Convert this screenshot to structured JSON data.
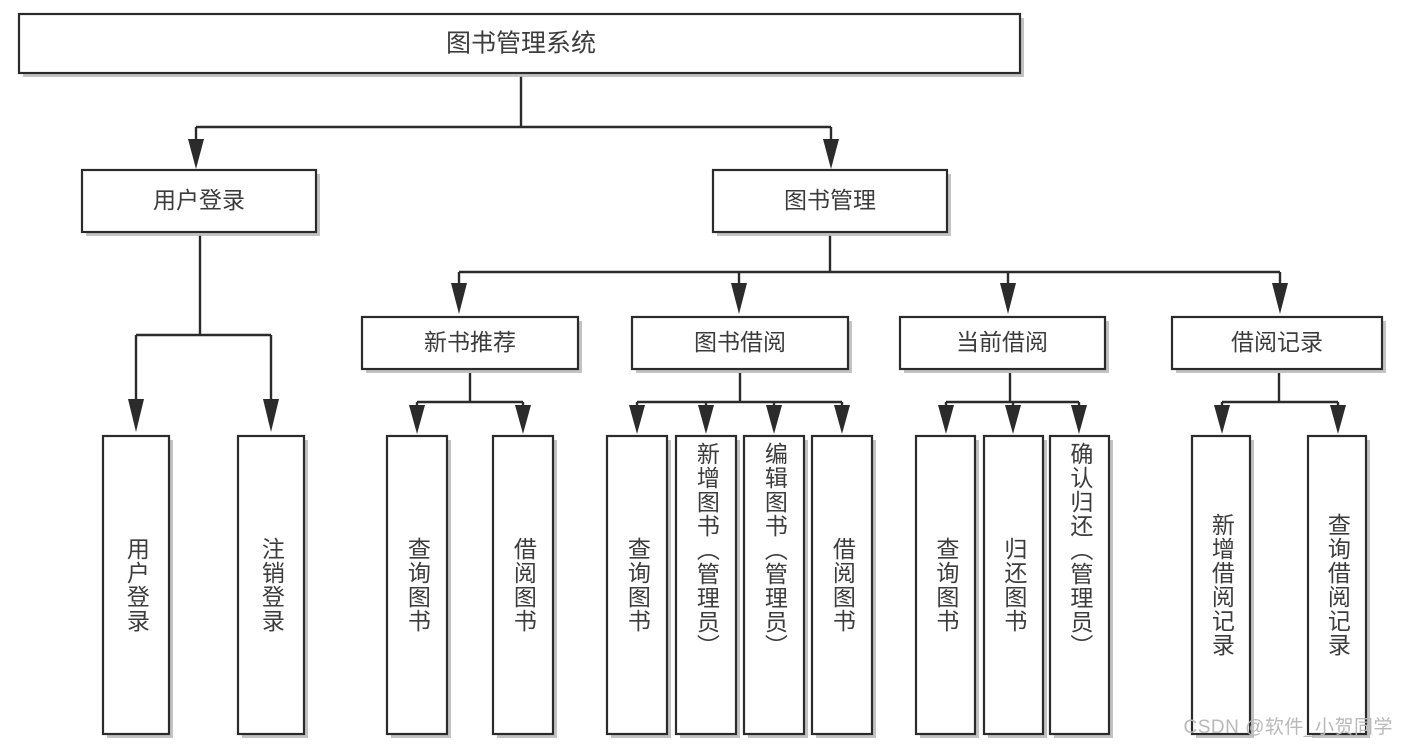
{
  "diagram": {
    "type": "tree",
    "title": "图书管理系统",
    "watermark": "CSDN @软件_小贺同学",
    "root": {
      "id": "root",
      "label": "图书管理系统",
      "orientation": "horizontal"
    },
    "level1": [
      {
        "id": "user-login",
        "label": "用户登录",
        "orientation": "horizontal"
      },
      {
        "id": "book-manage",
        "label": "图书管理",
        "orientation": "horizontal"
      }
    ],
    "level2": [
      {
        "id": "new-book-recommend",
        "label": "新书推荐",
        "parent": "book-manage",
        "orientation": "horizontal"
      },
      {
        "id": "book-borrow",
        "label": "图书借阅",
        "parent": "book-manage",
        "orientation": "horizontal"
      },
      {
        "id": "current-borrow",
        "label": "当前借阅",
        "parent": "book-manage",
        "orientation": "horizontal"
      },
      {
        "id": "borrow-record",
        "label": "借阅记录",
        "parent": "book-manage",
        "orientation": "horizontal"
      }
    ],
    "leaves": [
      {
        "id": "leaf-user-login",
        "label": "用户登录",
        "parent": "user-login",
        "orientation": "vertical"
      },
      {
        "id": "leaf-user-logout",
        "label": "注销登录",
        "parent": "user-login",
        "orientation": "vertical"
      },
      {
        "id": "leaf-query-book-1",
        "label": "查询图书",
        "parent": "new-book-recommend",
        "orientation": "vertical"
      },
      {
        "id": "leaf-borrow-book-1",
        "label": "借阅图书",
        "parent": "new-book-recommend",
        "orientation": "vertical"
      },
      {
        "id": "leaf-query-book-2",
        "label": "查询图书",
        "parent": "book-borrow",
        "orientation": "vertical"
      },
      {
        "id": "leaf-add-book",
        "label": "新增图书（管理员）",
        "parent": "book-borrow",
        "orientation": "vertical"
      },
      {
        "id": "leaf-edit-book",
        "label": "编辑图书（管理员）",
        "parent": "book-borrow",
        "orientation": "vertical"
      },
      {
        "id": "leaf-borrow-book-2",
        "label": "借阅图书",
        "parent": "book-borrow",
        "orientation": "vertical"
      },
      {
        "id": "leaf-query-book-3",
        "label": "查询图书",
        "parent": "current-borrow",
        "orientation": "vertical"
      },
      {
        "id": "leaf-return-book",
        "label": "归还图书",
        "parent": "current-borrow",
        "orientation": "vertical"
      },
      {
        "id": "leaf-confirm-return",
        "label": "确认归还（管理员）",
        "parent": "current-borrow",
        "orientation": "vertical"
      },
      {
        "id": "leaf-add-record",
        "label": "新增借阅记录",
        "parent": "borrow-record",
        "orientation": "vertical"
      },
      {
        "id": "leaf-query-record",
        "label": "查询借阅记录",
        "parent": "borrow-record",
        "orientation": "vertical"
      }
    ],
    "colors": {
      "node_fill": "#ffffff",
      "node_stroke": "#2b2b2b",
      "text": "#3c3c3c",
      "connector": "#2b2b2b",
      "watermark": "#b9b9b9",
      "background": "#ffffff"
    }
  }
}
